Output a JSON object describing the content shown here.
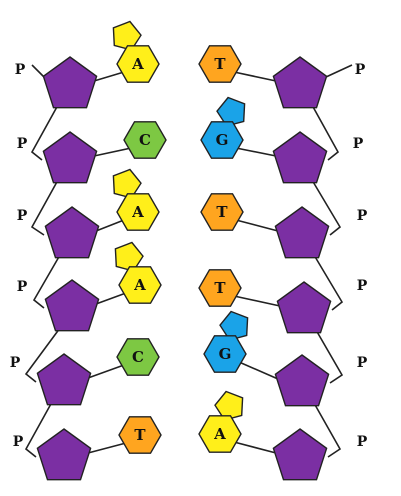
{
  "colors": {
    "sugar": "#7b2fa3",
    "adenine": "#ffef1a",
    "thymine": "#ffa51f",
    "cytosine": "#7dc843",
    "guanine": "#1aa3e8",
    "backbone": "#222222"
  },
  "phosphate_label": "P",
  "pairs": [
    {
      "left": "A",
      "right": "T"
    },
    {
      "left": "C",
      "right": "G"
    },
    {
      "left": "A",
      "right": "T"
    },
    {
      "left": "A",
      "right": "T"
    },
    {
      "left": "C",
      "right": "G"
    },
    {
      "left": "T",
      "right": "A"
    }
  ]
}
